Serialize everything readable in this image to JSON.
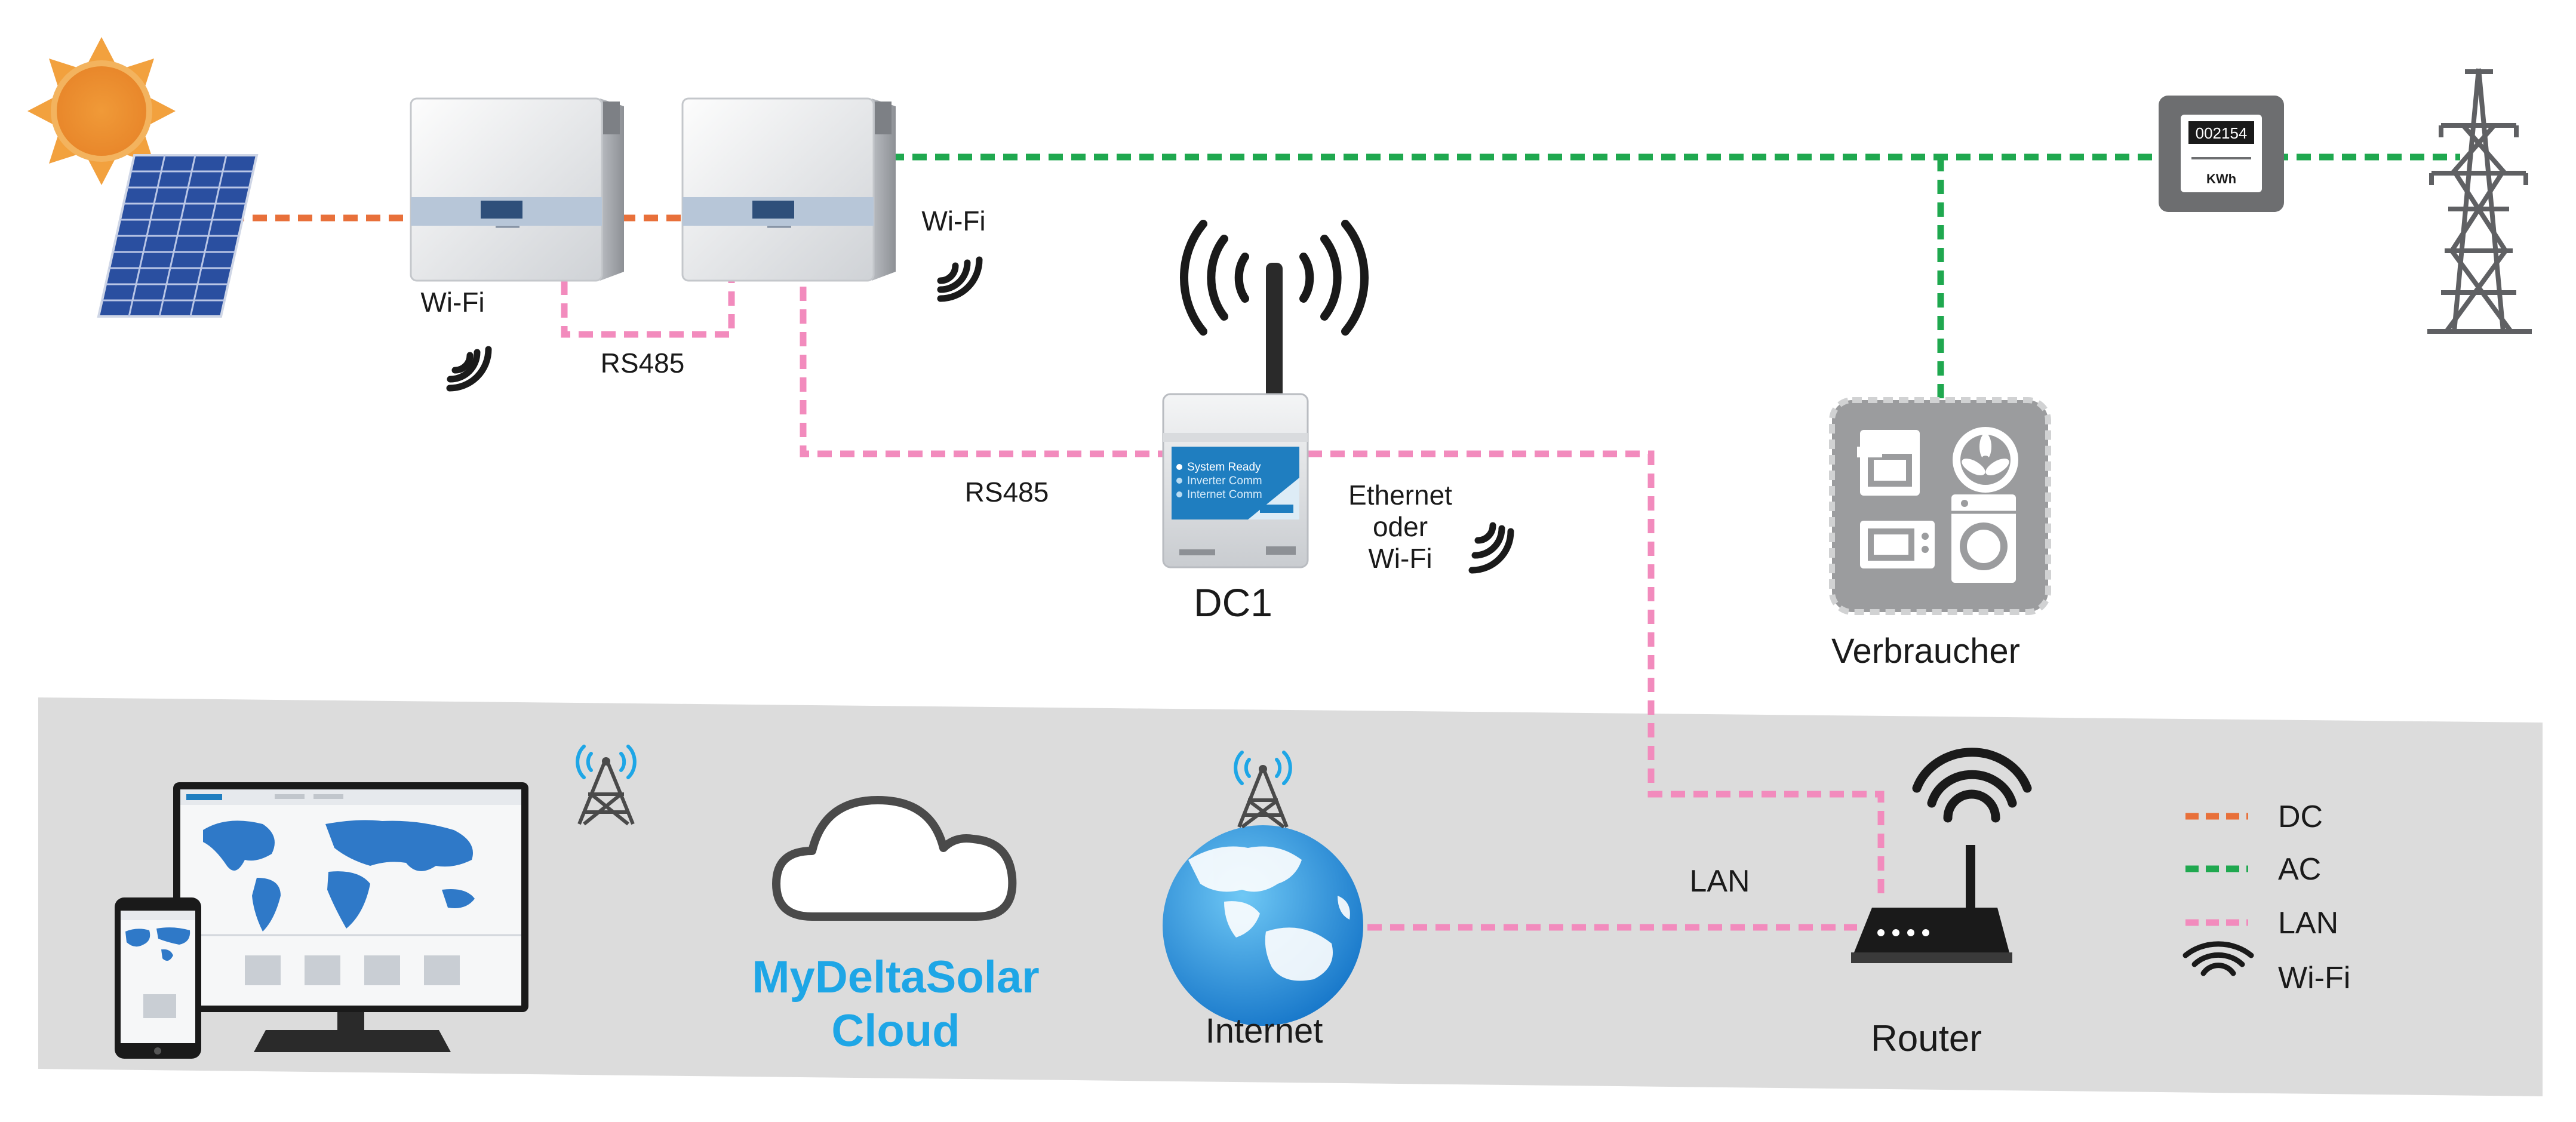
{
  "labels": {
    "wifi_inverter1": "Wi-Fi",
    "wifi_inverter2": "Wi-Fi",
    "rs485_top": "RS485",
    "rs485_dc1": "RS485",
    "dc1_name": "DC1",
    "dc1_conn_1": "Ethernet",
    "dc1_conn_2": "oder",
    "dc1_conn_3": "Wi-Fi",
    "consumers": "Verbraucher",
    "lan": "LAN",
    "internet": "Internet",
    "router": "Router",
    "cloud_1": "MyDeltaSolar",
    "cloud_2": "Cloud",
    "meter_display": "002154",
    "meter_unit": "KWh"
  },
  "dc1_panel": [
    "System Ready",
    "Inverter Comm",
    "Internet Comm"
  ],
  "legend": [
    {
      "label": "DC",
      "color": "#e8703a",
      "kind": "line"
    },
    {
      "label": "AC",
      "color": "#1fa84f",
      "kind": "line"
    },
    {
      "label": "LAN",
      "color": "#f28bbd",
      "kind": "line"
    },
    {
      "label": "Wi-Fi",
      "color": "#1a1a1a",
      "kind": "wifi"
    }
  ],
  "colors": {
    "dc": "#e8703a",
    "ac": "#1fa84f",
    "lan": "#f28bbd",
    "cloud_text": "#1ea6e6",
    "band": "#dcdcdc"
  }
}
